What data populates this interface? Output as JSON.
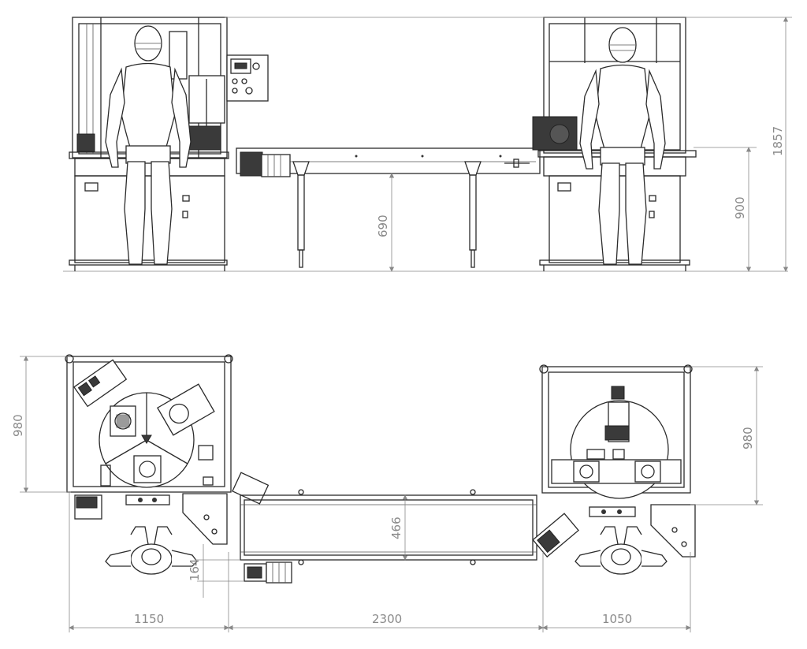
{
  "dimensions": {
    "overall_height": "1857",
    "table_height": "900",
    "conveyor_height": "690",
    "depth_left": "980",
    "depth_right": "980",
    "conveyor_width": "466",
    "motor_offset": "164",
    "width_left": "1150",
    "width_conveyor": "2300",
    "width_right": "1050"
  },
  "colors": {
    "line": "#2b2b2b",
    "dimension": "#8a8a8a",
    "background": "#ffffff"
  }
}
